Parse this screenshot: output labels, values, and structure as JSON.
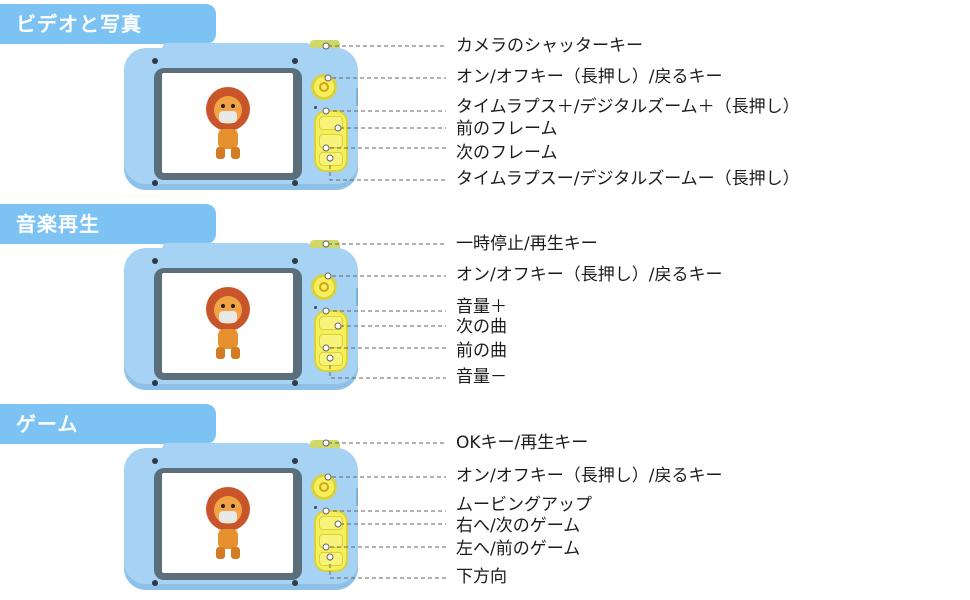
{
  "sections": [
    {
      "title": "ビデオと写真",
      "labels": [
        "カメラのシャッターキー",
        "オン/オフキー（長押し）/戻るキー",
        "タイムラプス＋/デジタルズーム＋（長押し）",
        "前のフレーム",
        "次のフレーム",
        "タイムラプスー/デジタルズームー（長押し）"
      ]
    },
    {
      "title": "音楽再生",
      "labels": [
        "一時停止/再生キー",
        "オン/オフキー（長押し）/戻るキー",
        "音量＋",
        "次の曲",
        "前の曲",
        "音量－"
      ]
    },
    {
      "title": "ゲーム",
      "labels": [
        "OKキー/再生キー",
        "オン/オフキー（長押し）/戻るキー",
        "ムービングアップ",
        "右へ/次のゲーム",
        "左へ/前のゲーム",
        "下方向"
      ]
    }
  ],
  "colors": {
    "tab": "#7cc3f4",
    "camera_body": "#a6d2f3",
    "buttons": "#f4ef5b",
    "bezel": "#5a6e7b"
  }
}
